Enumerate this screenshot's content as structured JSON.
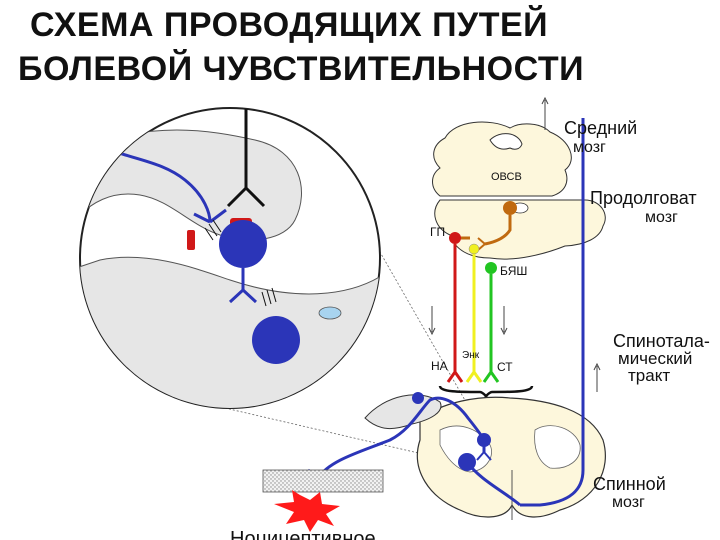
{
  "title": {
    "line1": "СХЕМА  ПРОВОДЯЩИХ  ПУТЕЙ",
    "line2": "БОЛЕВОЙ  ЧУВСТВИТЕЛЬНОСТИ"
  },
  "labels": {
    "midbrain_line1": "Средний",
    "midbrain_line2": "мозг",
    "medulla_line1": "Продолговат",
    "medulla_line2": "мозг",
    "spinothalamic_line1": "Спинотала-",
    "spinothalamic_line2": "мический",
    "spinothalamic_line3": "тракт",
    "spinal_line1": "Спинной",
    "spinal_line2": "мозг",
    "ovsv": "ОВСВ",
    "gp": "ГП",
    "byash": "БЯШ",
    "na": "НА",
    "enk": "Энк",
    "st": "СТ",
    "nociceptive": "Ноцицептивное"
  },
  "colors": {
    "pathway_blue": "#2b35b8",
    "serotonin_green": "#22c522",
    "enkephalin_yellow": "#f0f020",
    "noradrenaline_red": "#d01818",
    "brainstem_orange": "#c06a10",
    "tissue": "#fdf7dc",
    "zoom_fill": "#e6e6e6",
    "stimulus_red": "#ff1a1a"
  },
  "icons": [
    "up-arrow-icon",
    "down-arrow-icon",
    "starburst-icon",
    "synapse-icon"
  ]
}
